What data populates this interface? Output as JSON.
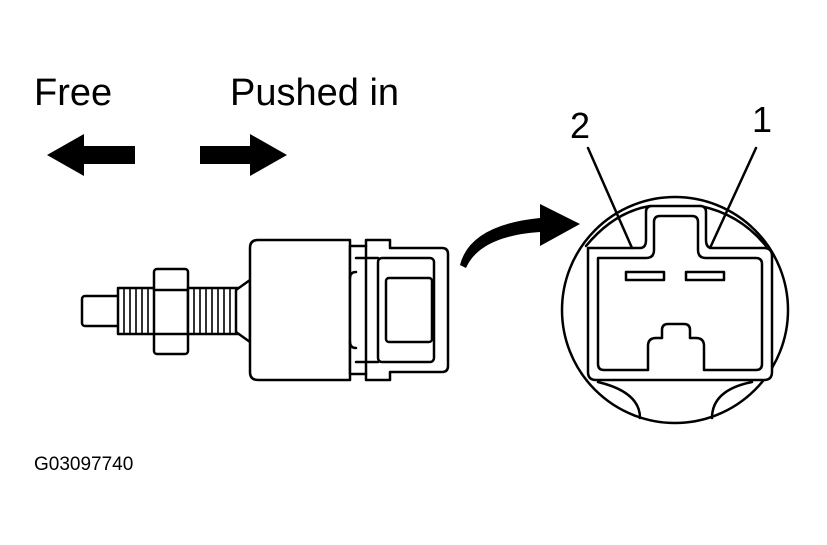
{
  "labels": {
    "free": "Free",
    "pushed_in": "Pushed in",
    "terminal_2": "2",
    "terminal_1": "1",
    "figure_code": "G03097740"
  },
  "icons": {
    "left_arrow": "arrow-left-icon",
    "right_arrow": "arrow-right-icon",
    "curved_arrow": "curved-arrow-icon"
  },
  "colors": {
    "ink": "#000000",
    "background": "#ffffff"
  }
}
